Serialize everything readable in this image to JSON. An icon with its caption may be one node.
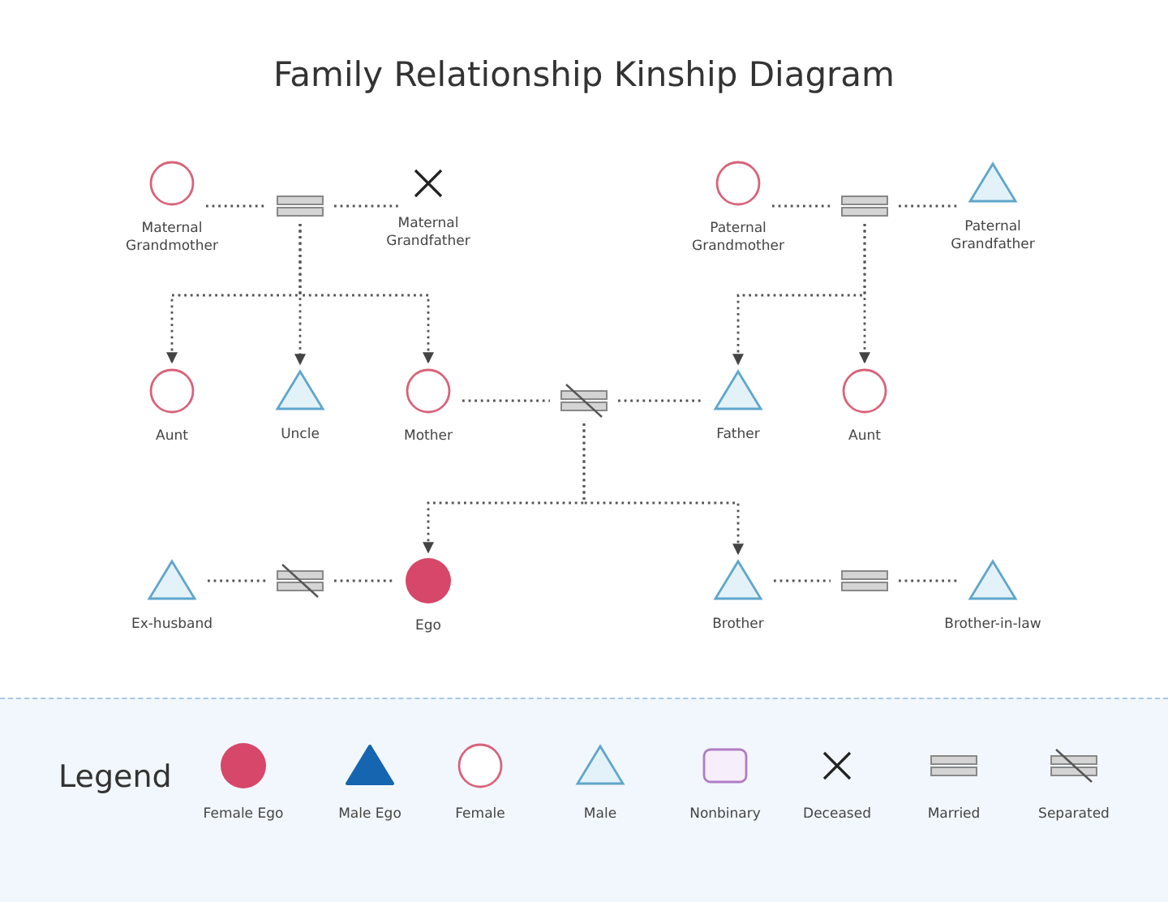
{
  "diagram": {
    "title": "Family Relationship Kinship Diagram",
    "nodes": [
      {
        "text": [
          "Maternal Grandmother"
        ]
      },
      {
        "text": [],
        "shape": "bar"
      },
      {
        "text": [
          "Maternal Grandfather"
        ]
      },
      {
        "text": [
          "Paternal Grandmother"
        ]
      },
      {
        "text": [],
        "shape": "bar"
      },
      {
        "text": [
          "Paternal Grandfather"
        ]
      },
      {
        "text": [
          "Aunt"
        ]
      },
      {
        "text": [
          "Uncle"
        ]
      },
      {
        "text": [
          "Mother"
        ]
      },
      {
        "text": [],
        "shape": "crossedbar"
      },
      {
        "text": [
          "Father"
        ]
      },
      {
        "text": [
          "Aunt"
        ]
      },
      {
        "text": [
          "Ex-husband"
        ]
      },
      {
        "text": [],
        "shape": "crossedbar"
      },
      {
        "text": [
          "Ego"
        ]
      },
      {
        "text": [
          "Brother"
        ]
      },
      {
        "text": [],
        "shape": "bar"
      },
      {
        "text": [
          "Brother-in-law"
        ]
      }
    ],
    "edges": [
      {
        "from": 0,
        "to": 1,
        "arrow": "none"
      },
      {
        "from": 1,
        "to": 2,
        "arrow": "none"
      },
      {
        "from": 1,
        "to": 6,
        "arrow": "to"
      },
      {
        "from": 1,
        "to": 7,
        "arrow": "to"
      },
      {
        "from": 1,
        "to": 8,
        "arrow": "to"
      },
      {
        "from": 3,
        "to": 4,
        "arrow": "none"
      },
      {
        "from": 4,
        "to": 5,
        "arrow": "none"
      },
      {
        "from": 4,
        "to": 10,
        "arrow": "to"
      },
      {
        "from": 4,
        "to": 11,
        "arrow": "to"
      },
      {
        "from": 8,
        "to": 9,
        "arrow": "none"
      },
      {
        "from": 9,
        "to": 10,
        "arrow": "none"
      },
      {
        "from": 9,
        "to": 14,
        "arrow": "to"
      },
      {
        "from": 9,
        "to": 15,
        "arrow": "to"
      },
      {
        "from": 12,
        "to": 13,
        "arrow": "none"
      },
      {
        "from": 13,
        "to": 14,
        "arrow": "none"
      },
      {
        "from": 15,
        "to": 16,
        "arrow": "none"
      },
      {
        "from": 16,
        "to": 17,
        "arrow": "none"
      }
    ],
    "labels": [
      "Legend"
    ],
    "legend": [
      {
        "text": "Female Ego"
      },
      {
        "text": "Male Ego"
      },
      {
        "text": "Female"
      },
      {
        "text": "Male"
      },
      {
        "text": "Nonbinary"
      },
      {
        "text": "Deceased"
      },
      {
        "text": "Married"
      },
      {
        "text": "Separated"
      }
    ]
  }
}
